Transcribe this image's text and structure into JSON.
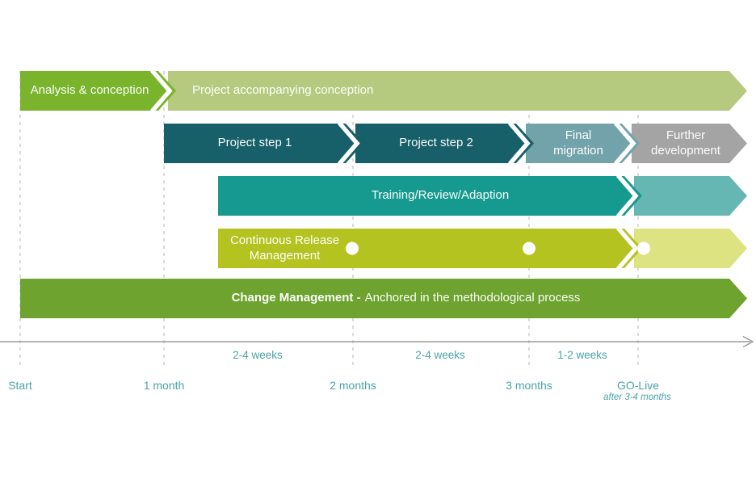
{
  "colors": {
    "analysis_green": "#79b42c",
    "accompanying_green": "#b5ca7e",
    "dark_teal": "#175f69",
    "migration_teal": "#72a3ab",
    "development_gray": "#a4a4a4",
    "training_teal": "#169a8f",
    "training_light_teal": "#64b7b3",
    "release_lime": "#b5c320",
    "release_light_lime": "#dce380",
    "change_olive": "#6da32e",
    "axis_text": "#4aa3a8",
    "grid_line": "#c6c6c6",
    "axis_line": "#9c9c9c",
    "milestone_dot": "#ffffff"
  },
  "bars": {
    "analysis": {
      "label": "Analysis & conception"
    },
    "accompanying": {
      "label": "Project accompanying conception"
    },
    "step1": {
      "label": "Project step 1"
    },
    "step2": {
      "label": "Project step 2"
    },
    "final_migration": {
      "label": "Final migration"
    },
    "further_development": {
      "label": "Further development"
    },
    "training": {
      "label": "Training/Review/Adaption"
    },
    "release": {
      "label": "Continuous Release Management"
    },
    "change": {
      "label_bold": "Change Management -",
      "label_rest": "Anchored in the methodological process"
    }
  },
  "axis": {
    "durations": [
      "2-4 weeks",
      "2-4 weeks",
      "1-2 weeks"
    ],
    "milestones": [
      "Start",
      "1 month",
      "2 months",
      "3 months",
      "GO-Live"
    ],
    "golive_note": "after 3-4 months"
  }
}
